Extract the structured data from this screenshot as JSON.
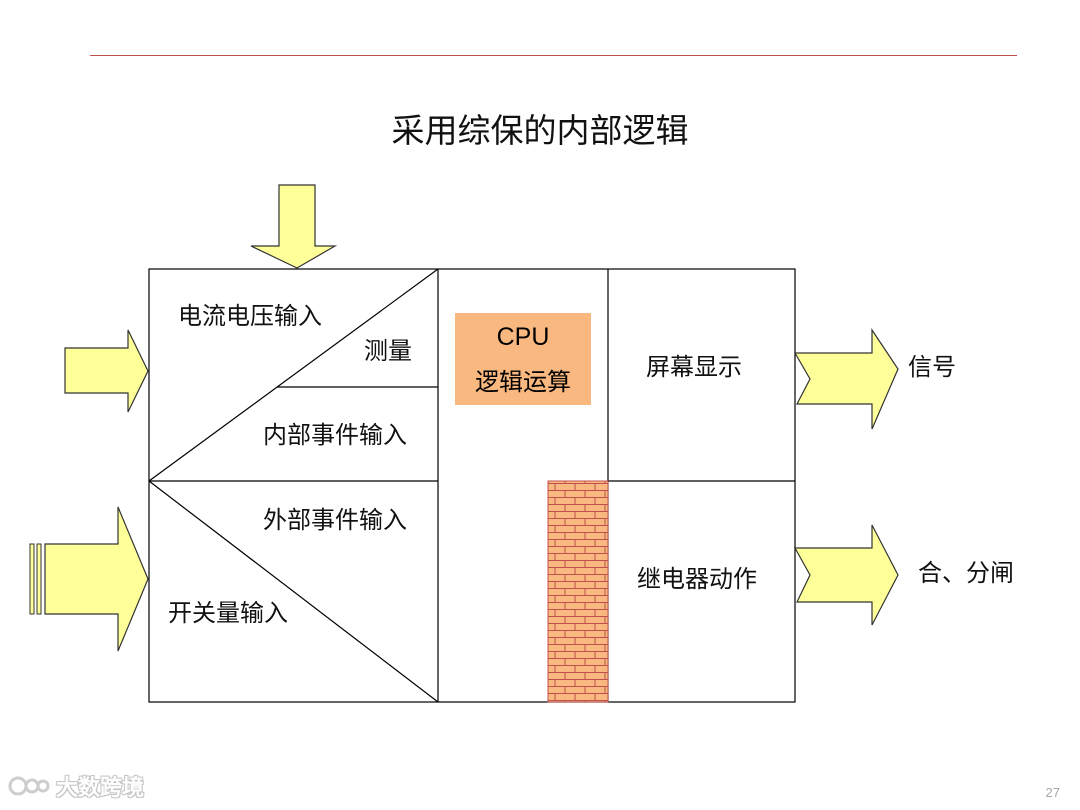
{
  "slide": {
    "title": "采用综保的内部逻辑",
    "page_number": "27"
  },
  "inputs": {
    "current_voltage": "电流电压输入",
    "measurement": "测量",
    "internal_events": "内部事件输入",
    "external_events": "外部事件输入",
    "switch_quantity": "开关量输入"
  },
  "cpu": {
    "title": "CPU",
    "subtitle": "逻辑运算"
  },
  "outputs": {
    "screen_display": "屏幕显示",
    "relay_action": "继电器动作",
    "signal": "信号",
    "open_close": "合、分闸"
  },
  "watermark": {
    "text": "大数跨境"
  },
  "colors": {
    "arrow_fill": "#ffff99",
    "arrow_stroke": "#333333",
    "cpu_fill": "#f9b87f",
    "brick_fill": "#f9b87f",
    "brick_mortar": "#c0504d",
    "rule": "#c0504d"
  }
}
